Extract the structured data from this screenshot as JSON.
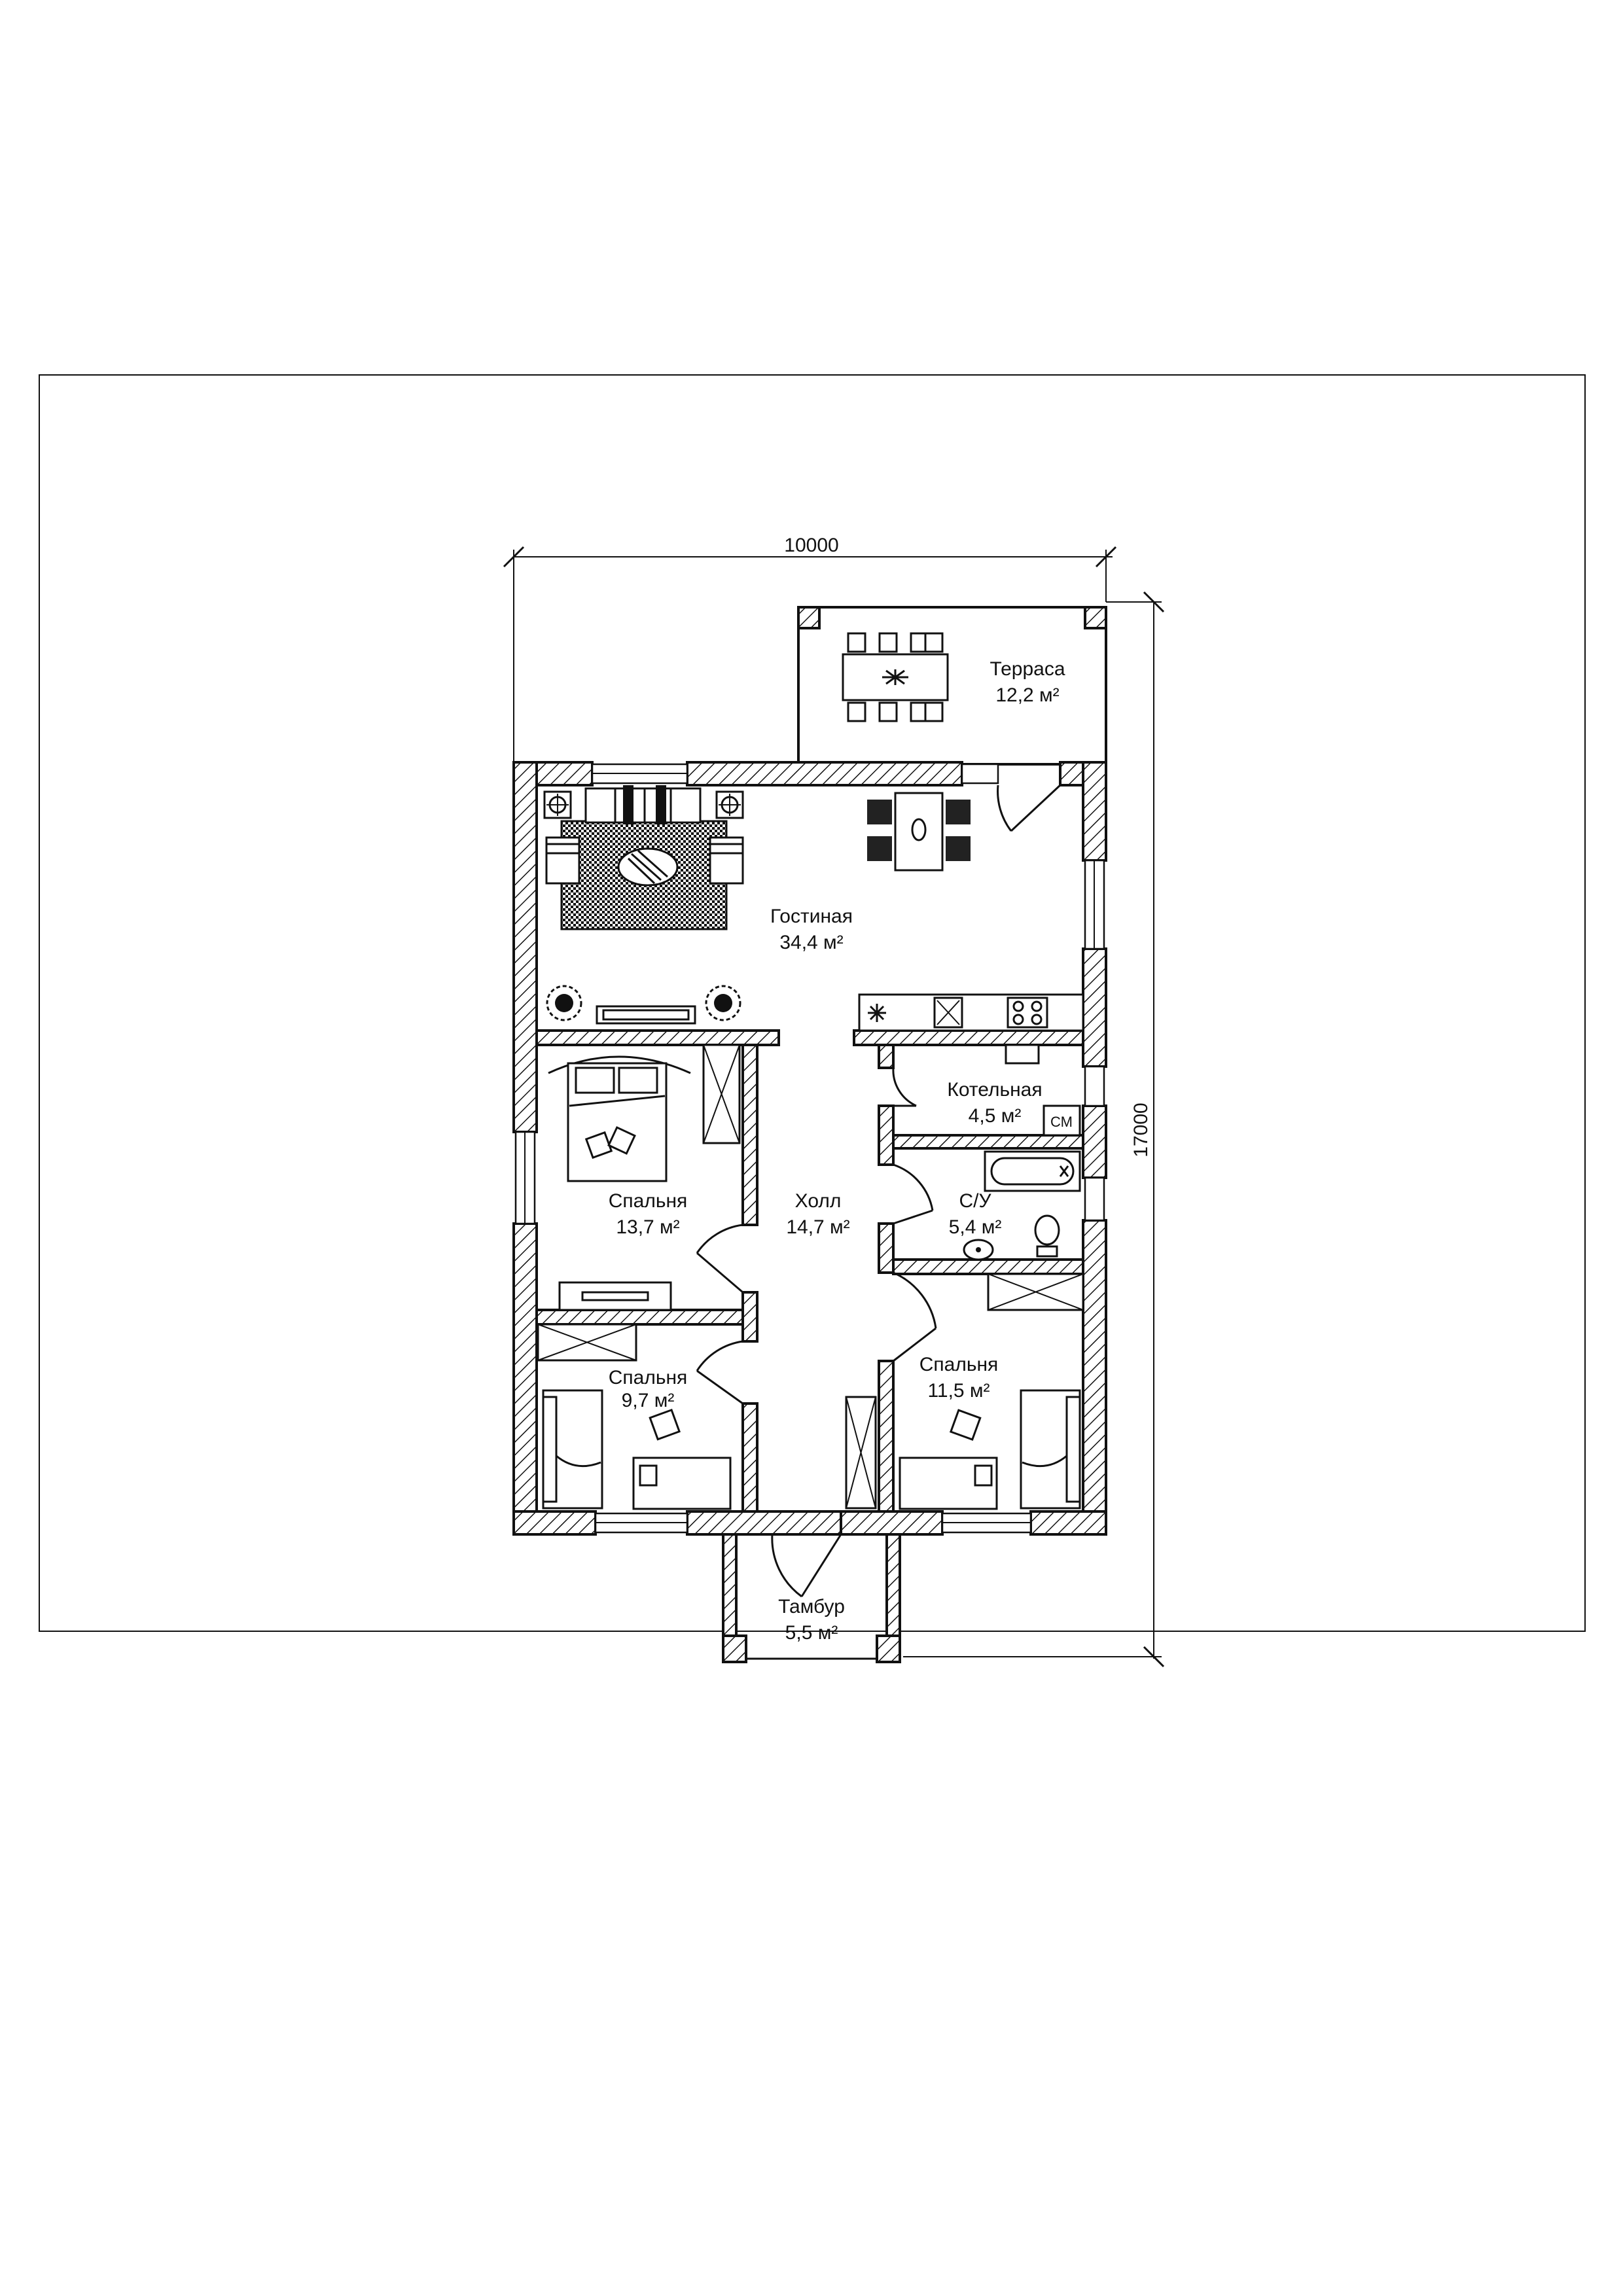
{
  "dimensions": {
    "width_label": "10000",
    "height_label": "17000"
  },
  "rooms": {
    "terrace": {
      "name": "Терраса",
      "area": "12,2 м²"
    },
    "living": {
      "name": "Гостиная",
      "area": "34,4 м²"
    },
    "boiler": {
      "name": "Котельная",
      "area": "4,5 м²",
      "tag": "СМ"
    },
    "bedroom1": {
      "name": "Спальня",
      "area": "13,7 м²"
    },
    "hall": {
      "name": "Холл",
      "area": "14,7 м²"
    },
    "bathroom": {
      "name": "С/У",
      "area": "5,4 м²"
    },
    "bedroom2": {
      "name": "Спальня",
      "area": "9,7 м²"
    },
    "bedroom3": {
      "name": "Спальня",
      "area": "11,5 м²"
    },
    "vestibule": {
      "name": "Тамбур",
      "area": "5,5 м²"
    }
  },
  "colors": {
    "line": "#111111",
    "background": "#ffffff"
  }
}
